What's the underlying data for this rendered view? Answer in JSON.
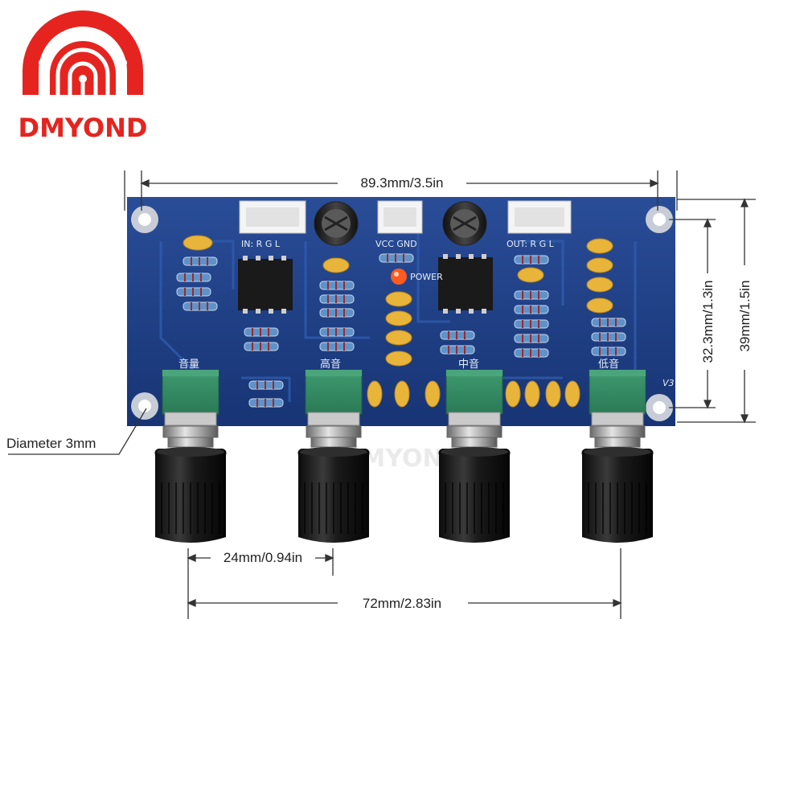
{
  "brand": {
    "name": "DMYOND",
    "color": "#e52420"
  },
  "watermark": "DMYOND",
  "dimensions": {
    "width": "89.3mm/3.5in",
    "hole_spacing_v": "32.3mm/1.3in",
    "height": "39mm/1.5in",
    "hole_diameter": "Diameter 3mm",
    "knob_pitch": "24mm/0.94in",
    "knob_span": "72mm/2.83in"
  },
  "board": {
    "color": "#1f3f86",
    "connectors": {
      "input": "IN: R  G  L",
      "power": "VCC GND",
      "output": "OUT: R  G  L"
    },
    "led_label": "POWER",
    "version": "V3",
    "knob_labels": [
      "音量",
      "高音",
      "中音",
      "低音"
    ]
  }
}
